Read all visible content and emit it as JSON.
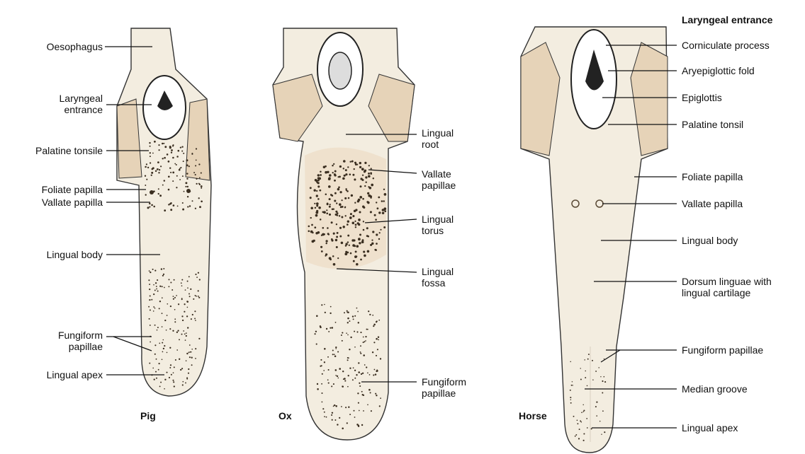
{
  "species": {
    "pig": "Pig",
    "ox": "Ox",
    "horse": "Horse"
  },
  "pig_labels": {
    "oesophagus": "Oesophagus",
    "laryngeal_entrance_1": "Laryngeal",
    "laryngeal_entrance_2": "entrance",
    "palatine_tonsile": "Palatine tonsile",
    "foliate_papilla": "Foliate papilla",
    "vallate_papilla": "Vallate papilla",
    "lingual_body": "Lingual body",
    "fungiform_1": "Fungiform",
    "fungiform_2": "papillae",
    "lingual_apex": "Lingual apex"
  },
  "ox_labels": {
    "lingual_root_1": "Lingual",
    "lingual_root_2": "root",
    "vallate_1": "Vallate",
    "vallate_2": "papillae",
    "torus_1": "Lingual",
    "torus_2": "torus",
    "fossa_1": "Lingual",
    "fossa_2": "fossa",
    "fungiform_1": "Fungiform",
    "fungiform_2": "papillae"
  },
  "horse_labels": {
    "laryngeal_entrance": "Laryngeal entrance",
    "corniculate": "Corniculate process",
    "aryepiglottic": "Aryepiglottic fold",
    "epiglottis": "Epiglottis",
    "palatine_tonsil": "Palatine tonsil",
    "foliate": "Foliate papilla",
    "vallate": "Vallate papilla",
    "lingual_body": "Lingual body",
    "dorsum_1": "Dorsum linguae with",
    "dorsum_2": "lingual cartilage",
    "fungiform": "Fungiform papillae",
    "median_groove": "Median groove",
    "lingual_apex": "Lingual apex"
  },
  "colors": {
    "tissue": "#f3ede0",
    "tissue_shade": "#e6d3b8",
    "ink": "#111111",
    "papilla": "#3a2e20"
  }
}
